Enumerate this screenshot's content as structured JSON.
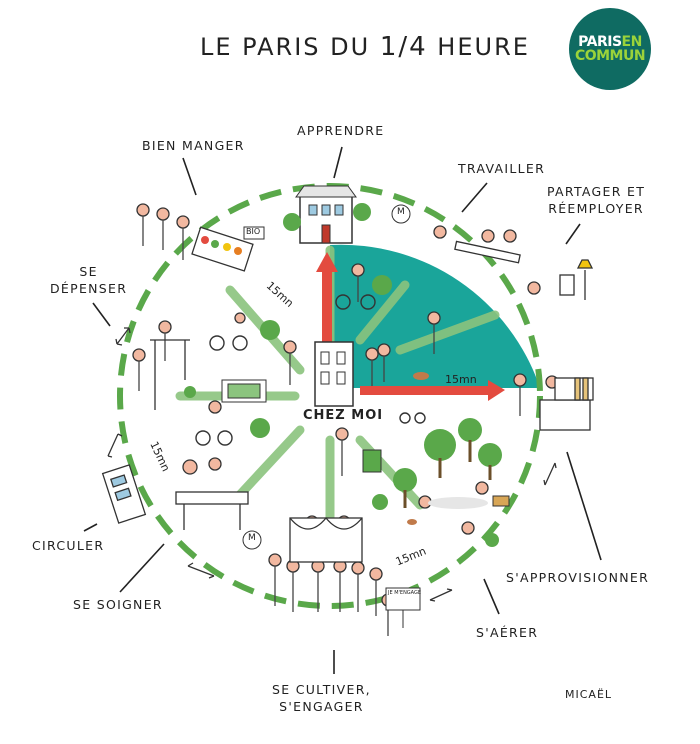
{
  "title": {
    "prefix": "LE PARIS DU ",
    "fraction": "1/4",
    "suffix": " HEURE"
  },
  "logo": {
    "line1_a": "PARIS",
    "line1_b": "EN",
    "line2": "COMMUN",
    "colors": {
      "background": "#0f6b62",
      "accent": "#9bd33a",
      "text": "#ffffff"
    }
  },
  "center_label": "CHEZ MOI",
  "activities": {
    "apprendre": "APPRENDRE",
    "bien_manger": "BIEN MANGER",
    "travailler": "TRAVAILLER",
    "partager_1": "PARTAGER ET",
    "partager_2": "RÉEMPLOYER",
    "se_depenser_1": "SE",
    "se_depenser_2": "DÉPENSER",
    "circuler": "CIRCULER",
    "se_soigner": "SE SOIGNER",
    "se_cultiver_1": "SE CULTIVER,",
    "se_cultiver_2": "S'ENGAGER",
    "s_aerer": "S'AÉRER",
    "s_approvisionner": "S'APPROVISIONNER"
  },
  "distances": {
    "d_top_left": "15mn",
    "d_right": "15mn",
    "d_left": "15mn",
    "d_bottom": "15mn"
  },
  "signs": {
    "metro": "M",
    "bio": "BIO",
    "engage": "JE M'ENGAGE"
  },
  "signature": "MICAËL",
  "colors": {
    "teal": "#1aa59a",
    "dash_green": "#5aa84a",
    "arrow_red": "#e34b3f",
    "road_green": "#8bc47e"
  }
}
